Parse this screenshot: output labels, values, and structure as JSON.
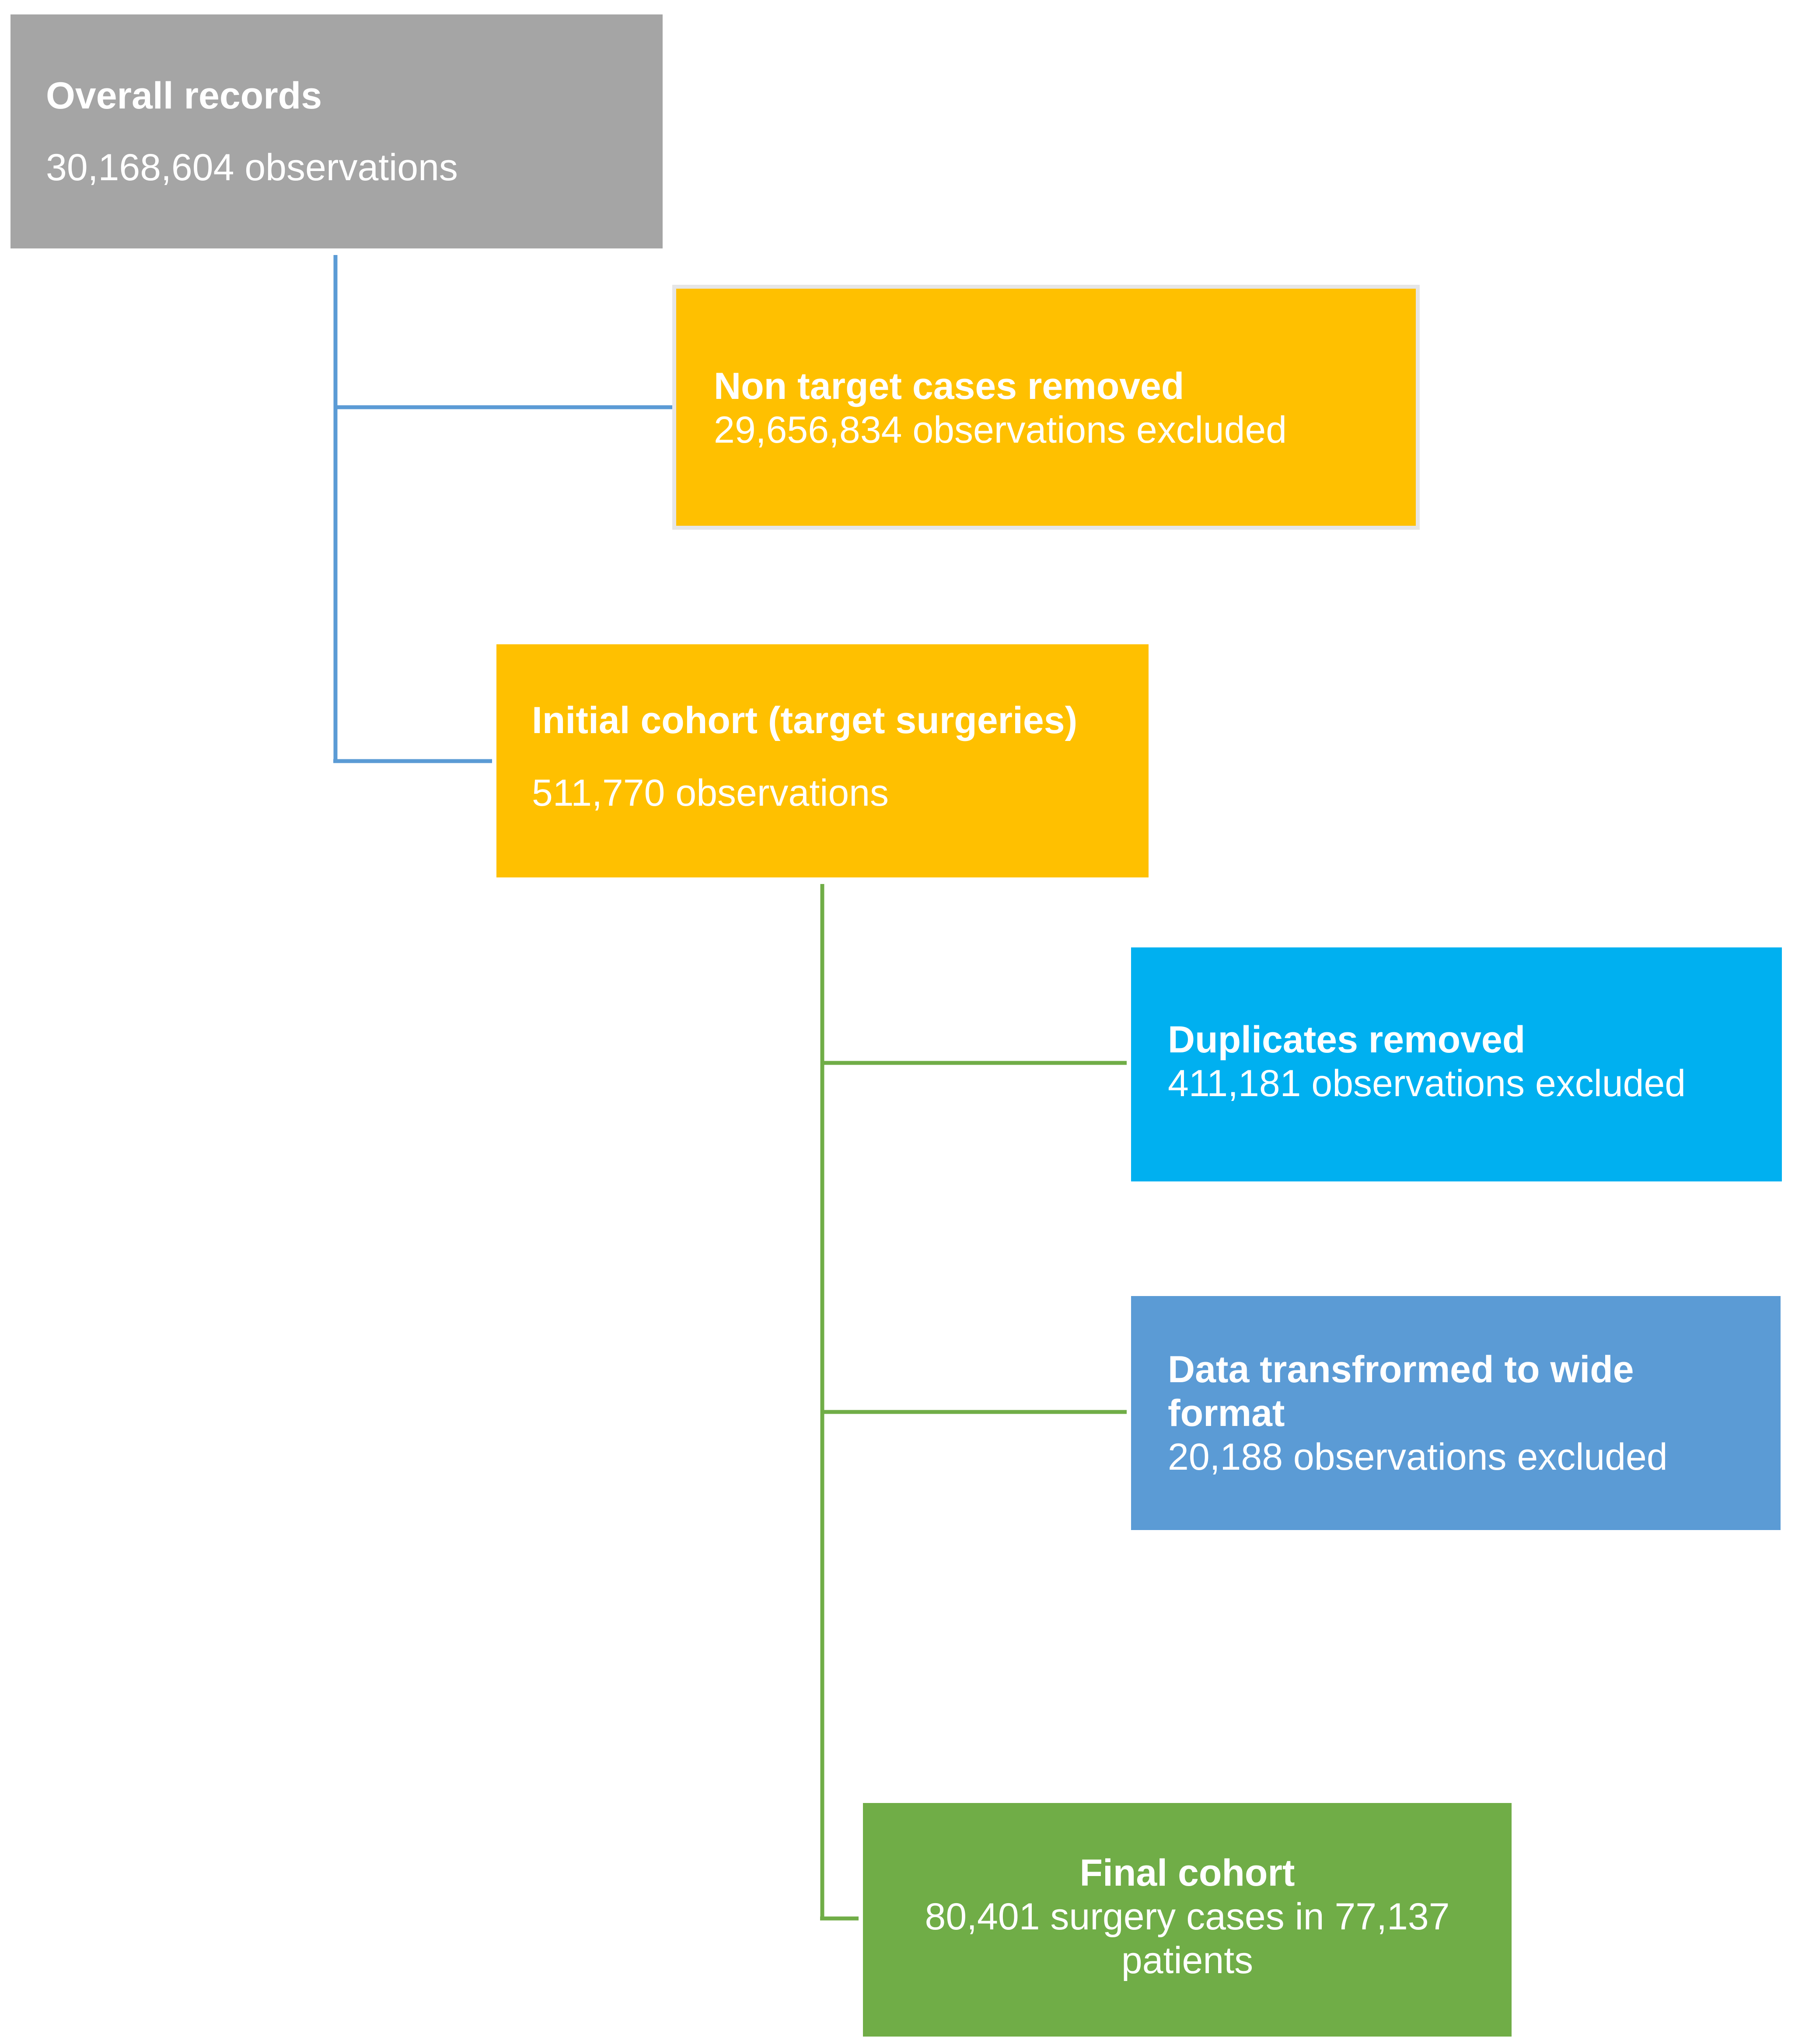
{
  "colors": {
    "gray": "#a5a5a5",
    "amber": "#ffc000",
    "cyan": "#00b0f0",
    "steel_blue": "#5b9bd5",
    "green": "#70ad47",
    "connector_blue": "#5b9bd5",
    "connector_green": "#70ad47"
  },
  "nodes": {
    "overall": {
      "title": "Overall records",
      "detail": "30,168,604 observations"
    },
    "non_target": {
      "title": "Non target cases removed",
      "detail": "29,656,834 observations excluded"
    },
    "initial": {
      "title": "Initial cohort (target surgeries)",
      "detail": "511,770 observations"
    },
    "duplicates": {
      "title": "Duplicates removed",
      "detail": "411,181 observations excluded"
    },
    "wide": {
      "title": "Data transfrormed to wide format",
      "detail": "20,188 observations excluded"
    },
    "final": {
      "title": "Final cohort",
      "detail": "80,401 surgery cases in 77,137 patients"
    }
  }
}
